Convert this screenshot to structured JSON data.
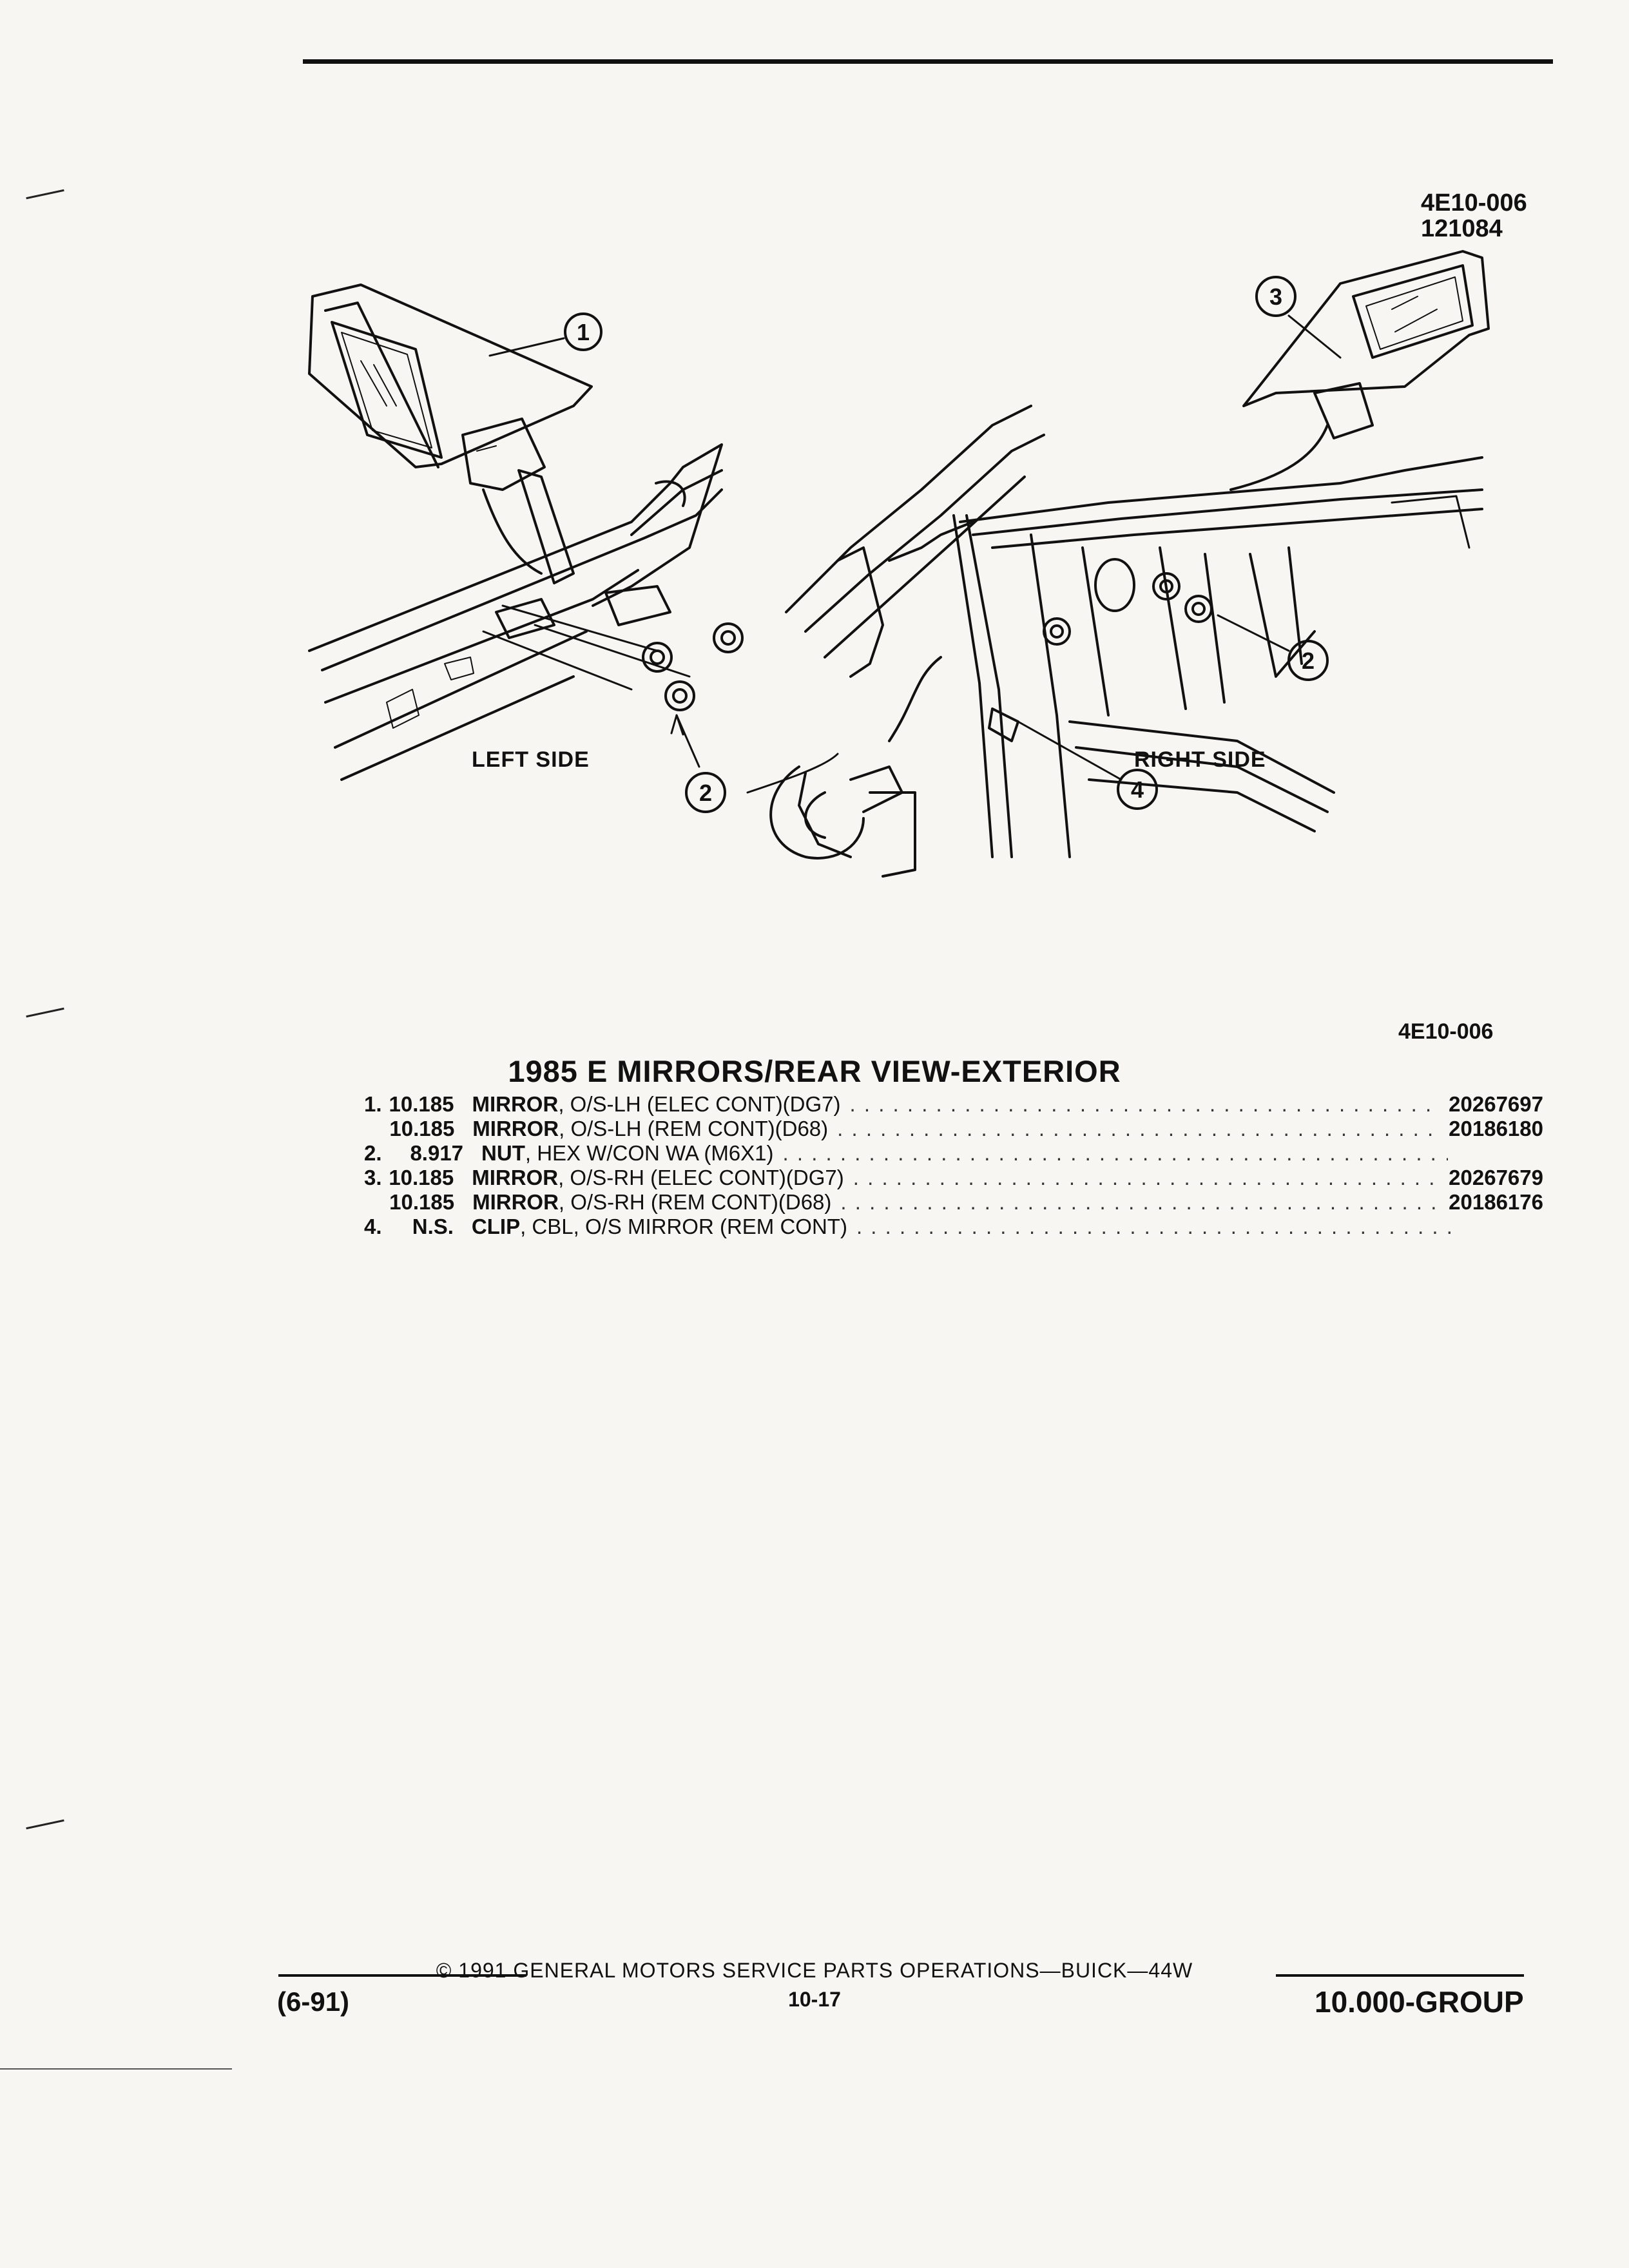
{
  "figure": {
    "code_top": "4E10-006",
    "date_code": "121084",
    "code_bottom": "4E10-006",
    "left_label": "LEFT SIDE",
    "right_label": "RIGHT SIDE",
    "callouts": [
      "1",
      "2",
      "3",
      "4",
      "2"
    ]
  },
  "section": {
    "title": "1985 E MIRRORS/REAR VIEW-EXTERIOR"
  },
  "parts": [
    {
      "num": "1.",
      "group": "10.185",
      "name": "MIRROR",
      "desc": ", O/S-LH (ELEC CONT)(DG7)",
      "part_no": "20267697"
    },
    {
      "num": "",
      "group": "10.185",
      "name": "MIRROR",
      "desc": ", O/S-LH (REM CONT)(D68)",
      "part_no": "20186180"
    },
    {
      "num": "2.",
      "group": "8.917",
      "name": "NUT",
      "desc": ", HEX W/CON WA (M6X1)",
      "part_no": ""
    },
    {
      "num": "3.",
      "group": "10.185",
      "name": "MIRROR",
      "desc": ", O/S-RH (ELEC CONT)(DG7)",
      "part_no": "20267679"
    },
    {
      "num": "",
      "group": "10.185",
      "name": "MIRROR",
      "desc": ", O/S-RH (REM CONT)(D68)",
      "part_no": "20186176"
    },
    {
      "num": "4.",
      "group": "N.S.",
      "name": "CLIP",
      "desc": ", CBL, O/S MIRROR (REM CONT)",
      "part_no": ""
    }
  ],
  "footer": {
    "copyright": "© 1991 GENERAL MOTORS SERVICE PARTS OPERATIONS—BUICK—44W",
    "page": "10-17",
    "date": "(6-91)",
    "group": "10.000-GROUP"
  }
}
